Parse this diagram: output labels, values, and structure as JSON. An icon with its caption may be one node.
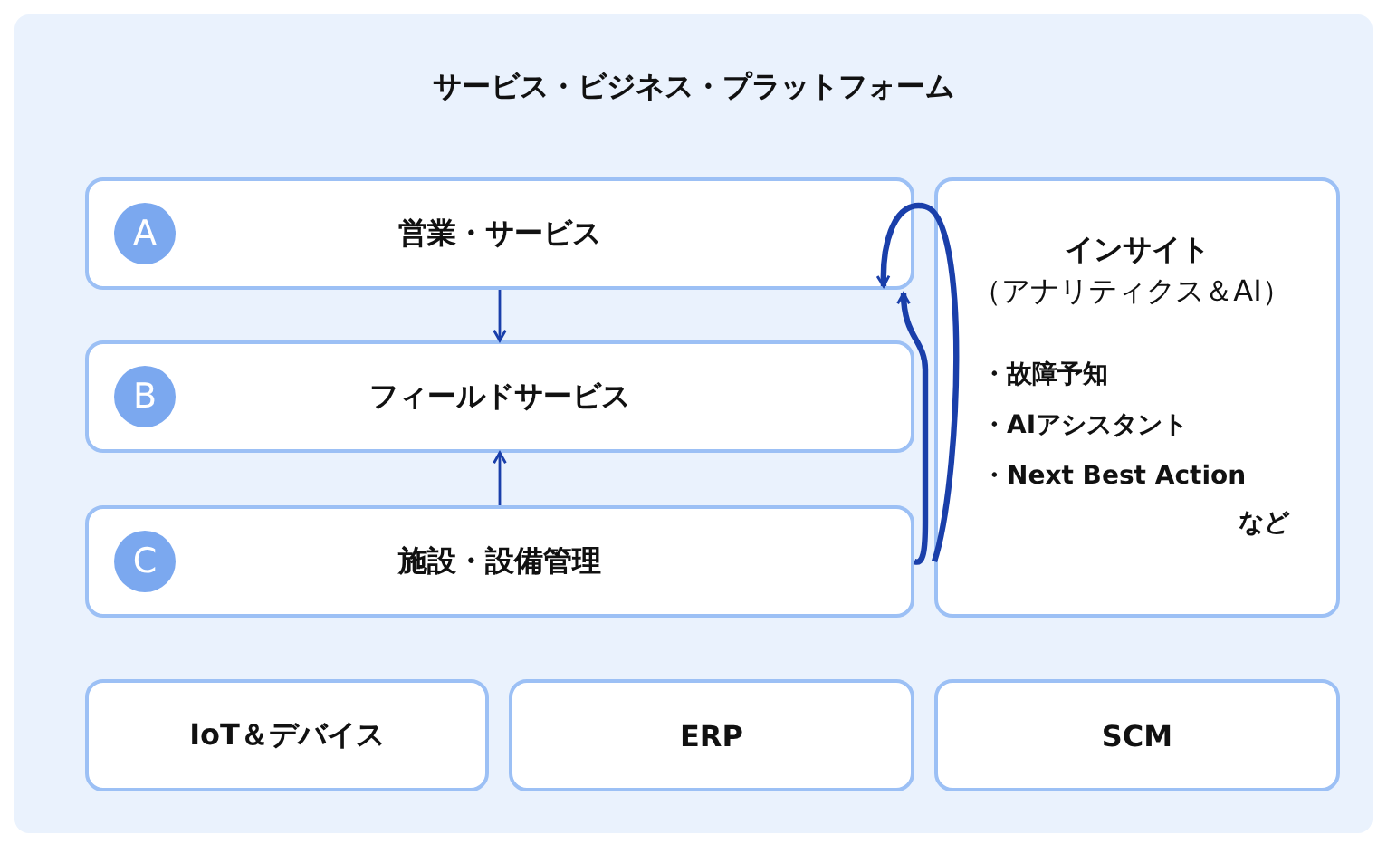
{
  "diagram": {
    "nodes": [
      {
        "text": [
          "サービス・ビジネス・プラットフォーム"
        ]
      },
      {
        "text": [
          "A",
          "営業・サービス"
        ],
        "in": 0
      },
      {
        "text": [
          "B",
          "フィールドサービス"
        ],
        "in": 0
      },
      {
        "text": [
          "C",
          "施設・設備管理"
        ],
        "in": 0
      },
      {
        "text": [
          "インサイト",
          "（アナリティクス＆AI）",
          "・故障予知",
          "・AIアシスタント",
          "・Next Best Action",
          "など"
        ],
        "in": 0
      },
      {
        "text": [
          "IoT＆デバイス"
        ],
        "in": 0
      },
      {
        "text": [
          "ERP"
        ],
        "in": 0
      },
      {
        "text": [
          "SCM"
        ],
        "in": 0
      }
    ],
    "edges": [
      {
        "from": 1,
        "to": 2,
        "arrow": "to"
      },
      {
        "from": 3,
        "to": 2,
        "arrow": "to"
      },
      {
        "from": 4,
        "to": 1,
        "arrow": "to",
        "style": "thick"
      },
      {
        "from": 3,
        "to": 1,
        "arrow": "to",
        "style": "thick"
      }
    ]
  }
}
